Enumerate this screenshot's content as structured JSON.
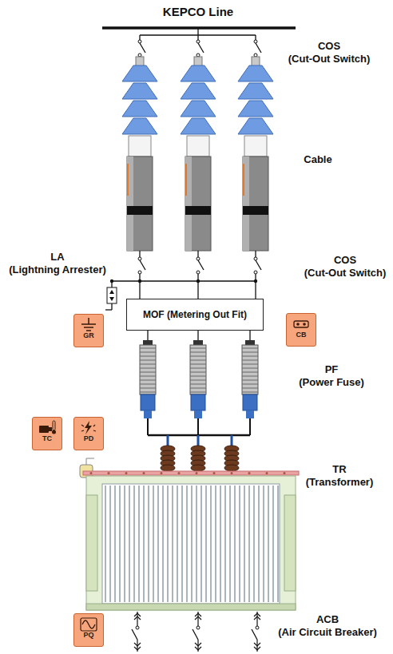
{
  "diagram": {
    "nodes": [
      {
        "text": [
          "MOF (Metering Out Fit)"
        ]
      },
      {
        "text": [
          "GR"
        ]
      },
      {
        "text": [
          "CB"
        ]
      },
      {
        "text": [
          "TC"
        ]
      },
      {
        "text": [
          "PD"
        ]
      },
      {
        "text": [
          "PQ"
        ]
      }
    ],
    "labels": [
      "KEPCO Line",
      "COS (Cut-Out Switch)",
      "Cable",
      "LA (Lightning Arrester)",
      "COS (Cut-Out Switch)",
      "PF (Power Fuse)",
      "TR (Transformer)",
      "ACB (Air Circuit Breaker)"
    ]
  }
}
